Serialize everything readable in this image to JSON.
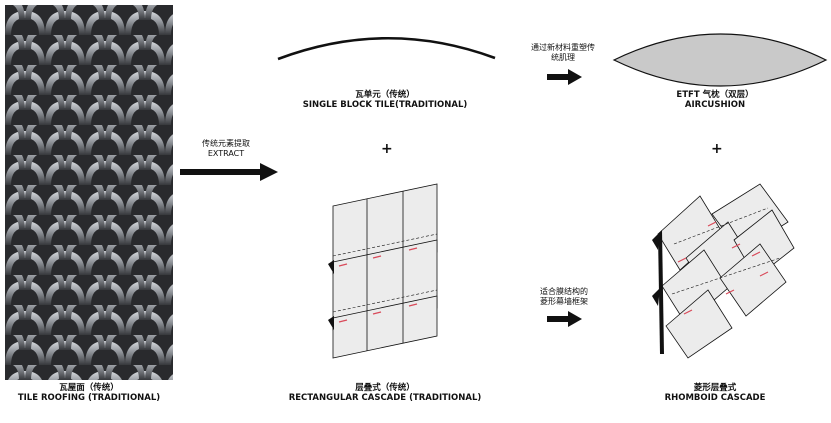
{
  "photo": {
    "caption_cn": "瓦屋面（传统）",
    "caption_en": "TILE ROOFING (TRADITIONAL)"
  },
  "extract_note": {
    "line1": "传统元素提取",
    "line2": "EXTRACT"
  },
  "single_tile": {
    "caption_cn": "瓦单元（传统）",
    "caption_en": "SINGLE BLOCK TILE(TRADITIONAL)"
  },
  "new_material_note": {
    "line1": "通过新材料重塑传",
    "line2": "统肌理"
  },
  "etfe": {
    "caption_cn": "ETFT 气枕（双层）",
    "caption_en": "AIRCUSHION"
  },
  "plus_symbol": "+",
  "rect_cascade": {
    "caption_cn": "层叠式（传统）",
    "caption_en": "RECTANGULAR CASCADE (TRADITIONAL)"
  },
  "membrane_note": {
    "line1": "适合膜结构的",
    "line2": "菱形幕墙框架"
  },
  "rhomboid": {
    "caption_cn": "菱形层叠式",
    "caption_en": "RHOMBOID CASCADE"
  },
  "colors": {
    "panel_fill": "#ececec",
    "cushion_fill": "#c9c9c9",
    "line": "#111111",
    "accent_red": "#d94a5a"
  },
  "icons": [
    "arrow-right-icon",
    "plus-icon"
  ]
}
